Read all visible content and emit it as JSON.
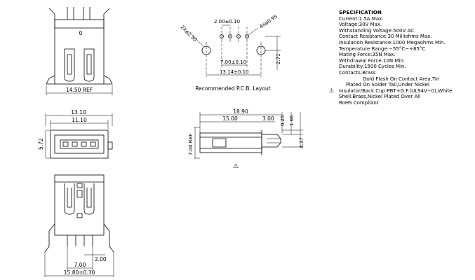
{
  "drawing": {
    "view_top": {
      "width_label": "14.50 REF",
      "pin_label": "0"
    },
    "pcb_layout": {
      "caption": "Recommended P.C.B. Layout",
      "dim_top": "2.00±0.10",
      "dim_large_holes": "2Xø2.30",
      "dim_small_holes": "4Xø0.95",
      "dim_inner": "7.00±0.10",
      "dim_outer": "13.14±0.10",
      "dim_vertical": "2.71"
    },
    "view_front": {
      "dim_outer": "13.10",
      "dim_inner": "11.10",
      "dim_height": "5.72"
    },
    "view_side": {
      "dim_total": "18.90",
      "dim_body": "15.00",
      "dim_tail": "3.00",
      "dim_v1": "0.25",
      "dim_v2": "1.66",
      "dim_v3": "4.37",
      "dim_height": "7.00 REF",
      "warning_symbol": "⚠"
    },
    "view_bottom": {
      "dim_pins": "7.00",
      "dim_pitch": "2.00",
      "dim_width": "15.80±0.30"
    }
  },
  "spec": {
    "title": "SPECIFICATION",
    "lines": [
      "Current:1.5A Max.",
      "Voltage:30V Max.",
      "Withstanding Voltage:500V AC",
      "Contact Resistance:30 Milliohms Max.",
      "Insulation Resistance:1000 Megaohms Min.",
      "Temperature Range:−55°C~+85°C",
      "Mating Force:35N Max.",
      "Withdrawal Force:10N Min.",
      "Durability:1500 Cycles Min.",
      "Contacts:Brass"
    ],
    "contacts_plating_1": "Gold Flash On Contact Area,Tin",
    "contacts_plating_2": "Plated On Solder Tail,Under Nickel",
    "insulator": "Insulator/Back Cup:PBT+G.F.(UL94V−0),White",
    "shell": "Shell:Brass,Nickel Plated Over All",
    "rohs": "RoHS Compliant",
    "warning_symbol": "⚠"
  }
}
